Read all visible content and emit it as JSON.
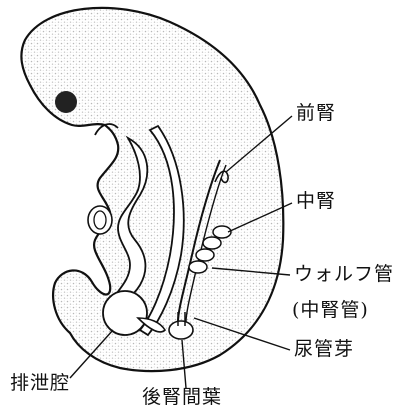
{
  "labels": {
    "pronephros": "前腎",
    "mesonephros": "中腎",
    "wolffian_duct": "ウォルフ管",
    "wolffian_duct_note": "(中腎管)",
    "ureteric_bud": "尿管芽",
    "cloaca": "排泄腔",
    "metanephric_blastema": "後腎間葉"
  },
  "colors": {
    "outline": "#111111",
    "stipple": "#bdbdbd",
    "eye": "#222222",
    "background": "#ffffff"
  }
}
